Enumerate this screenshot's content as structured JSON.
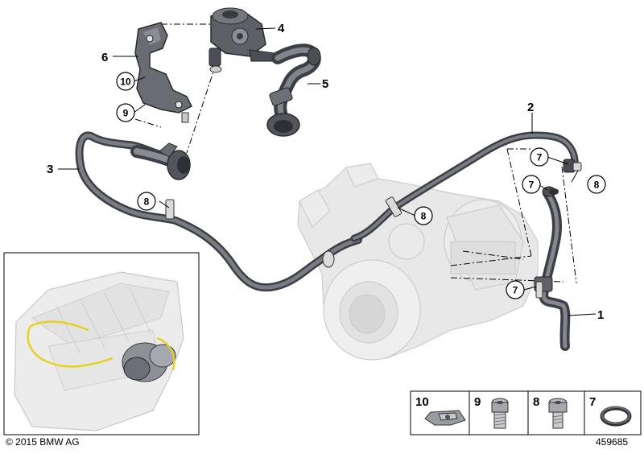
{
  "diagram": {
    "callouts": [
      "1",
      "2",
      "3",
      "4",
      "5",
      "6"
    ],
    "circled_callouts": [
      "7",
      "7",
      "7",
      "8",
      "8",
      "8",
      "9",
      "10"
    ],
    "legend": {
      "items": [
        {
          "number": "10",
          "part": "clip-nut"
        },
        {
          "number": "9",
          "part": "torx-bolt"
        },
        {
          "number": "8",
          "part": "torx-bolt"
        },
        {
          "number": "7",
          "part": "o-ring"
        }
      ]
    },
    "copyright": "© 2015 BMW AG",
    "diagram_id": "459685"
  },
  "colors": {
    "hose": "#5b5d66",
    "hose_highlight": "#8a8c94",
    "ghost_part": "#e6e6e6",
    "ghost_stroke": "#c8c8c8",
    "highlight_line": "#e6d21e"
  }
}
